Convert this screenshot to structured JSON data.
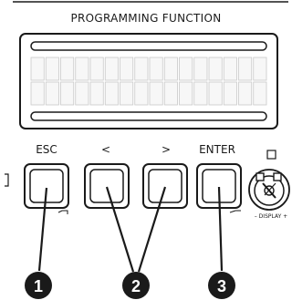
{
  "title": "PROGRAMMING FUNCTION",
  "buttons": [
    {
      "label": "ESC"
    },
    {
      "label": "<"
    },
    {
      "label": ">"
    },
    {
      "label": "ENTER"
    }
  ],
  "display_knob": {
    "label": "– DISPLAY +"
  },
  "callouts": [
    "1",
    "2",
    "3"
  ],
  "lcd": {
    "rows": 2,
    "columns": 16
  }
}
